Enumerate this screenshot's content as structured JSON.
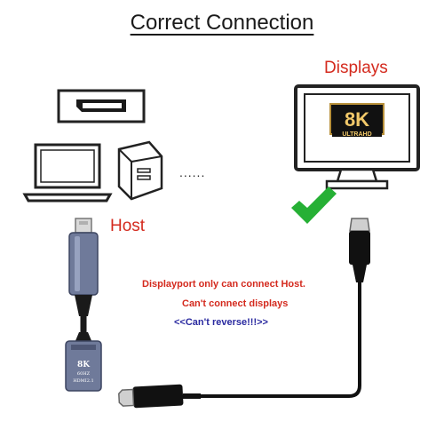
{
  "title": "Correct Connection",
  "labels": {
    "displays": "Displays",
    "host": "Host",
    "ellipsis": "......"
  },
  "monitor_badge": {
    "big": "8K",
    "small": "ULTRAHD"
  },
  "adapter_text": {
    "res": "8K",
    "rate": "60HZ",
    "port": "HDMI2.1"
  },
  "notes": {
    "line1": "Displayport only can connect Host.",
    "line2": "Can't connect displays",
    "line3": "<<Can't reverse!!!>>"
  },
  "colors": {
    "red": "#d42a1e",
    "blue": "#2a2aa0",
    "check": "#26b035",
    "cable": "#111111",
    "adapter": "#6f7a9a"
  },
  "icons": [
    "displayport-port-icon",
    "laptop-icon",
    "desktop-tower-icon",
    "monitor-icon",
    "checkmark-icon",
    "displayport-cable",
    "hdmi-cable"
  ]
}
